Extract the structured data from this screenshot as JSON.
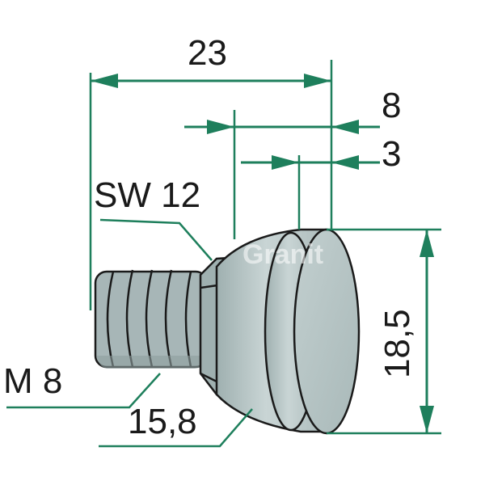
{
  "dimensions": {
    "overall_length": "23",
    "head_thickness": "8",
    "collar_thickness": "3",
    "head_diameter": "18,5",
    "wrench_size": "SW 12",
    "thread": "M 8",
    "hex_collar_diameter": "15,8"
  },
  "colors": {
    "dimension_lines": "#1e7f5c",
    "part_fill": "#b8c6c6",
    "part_shadow": "#8e9f9f",
    "thread_fill": "#a7b6b7",
    "text": "#1a1a1a"
  },
  "watermark": "Granit"
}
